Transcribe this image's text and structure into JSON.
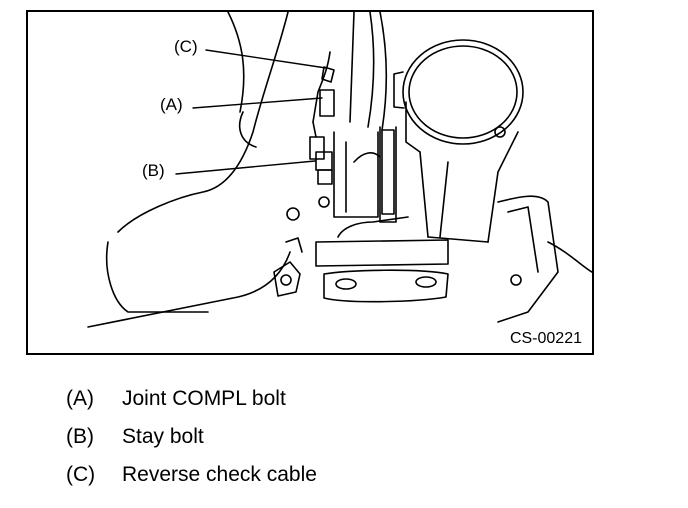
{
  "figure": {
    "code": "CS-00221",
    "callouts": [
      {
        "key": "A",
        "text": "(A)"
      },
      {
        "key": "B",
        "text": "(B)"
      },
      {
        "key": "C",
        "text": "(C)"
      }
    ]
  },
  "legend": [
    {
      "key": "(A)",
      "label": "Joint COMPL bolt"
    },
    {
      "key": "(B)",
      "label": "Stay bolt"
    },
    {
      "key": "(C)",
      "label": "Reverse check cable"
    }
  ]
}
